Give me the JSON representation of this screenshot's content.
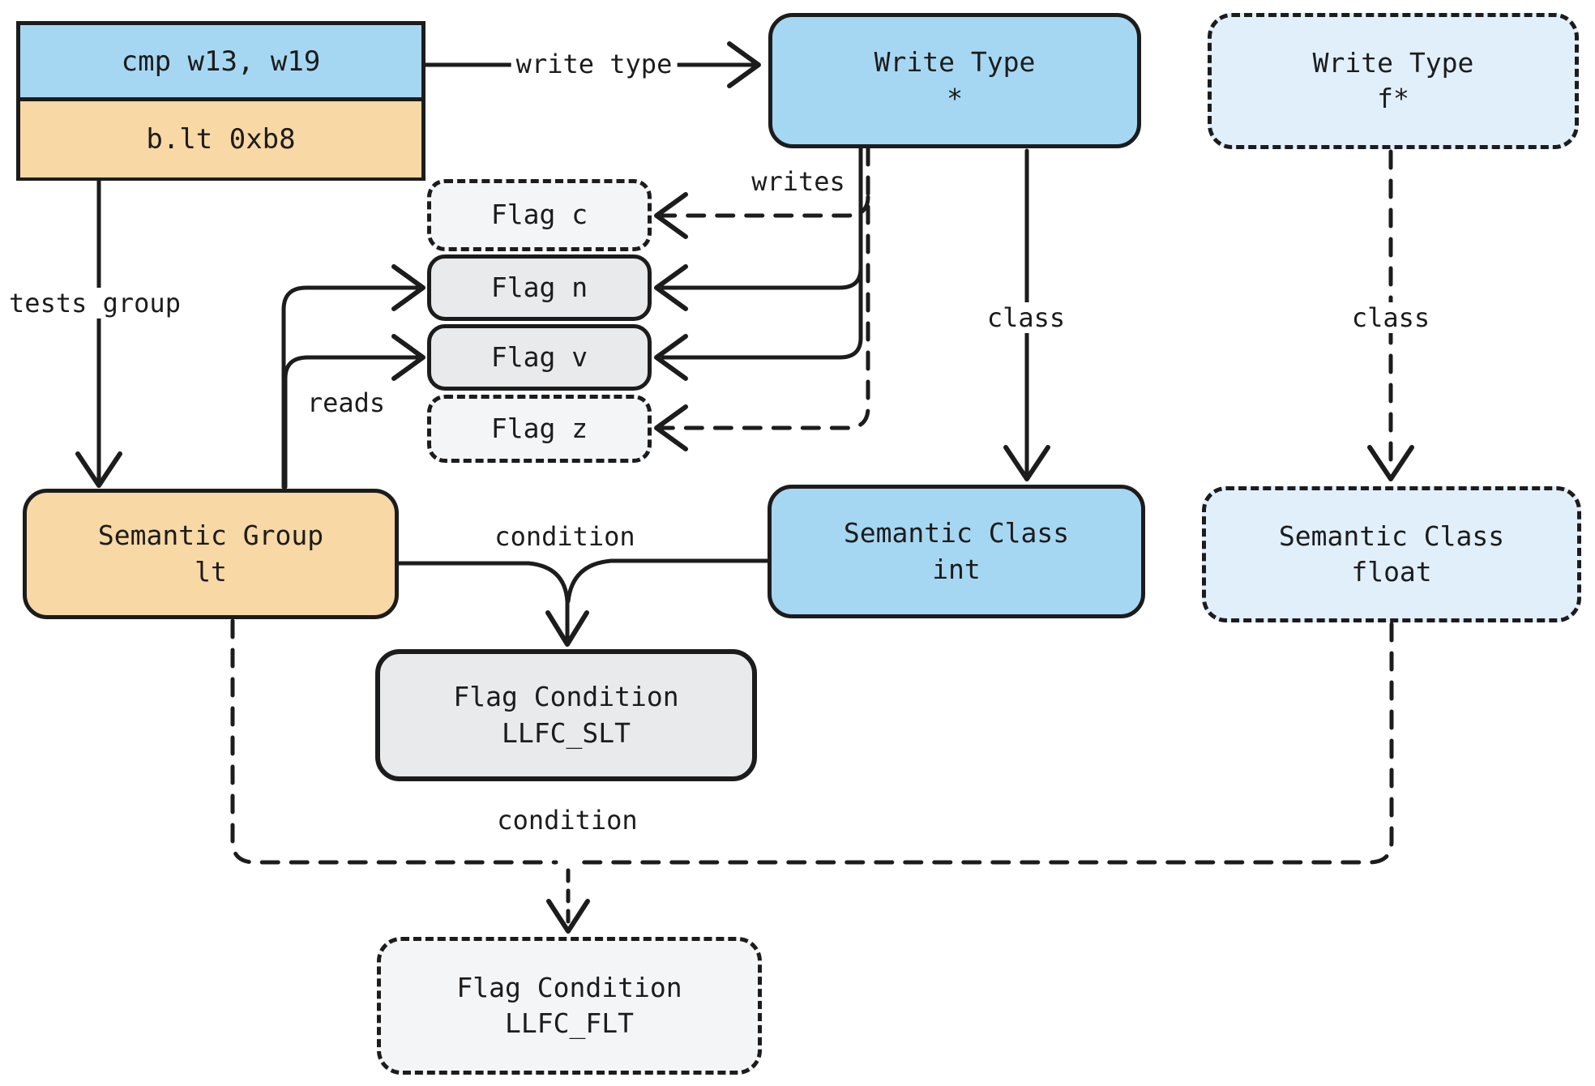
{
  "colors": {
    "stroke": "#1c1c1c",
    "int_fill": "#a6d7f2",
    "float_fill": "#e0effa",
    "group_fill": "#f8d8a4",
    "flag_fill": "#e8eaec",
    "flag_unused_fill": "#f4f5f7",
    "background": "#ffffff"
  },
  "instruction": {
    "compare": "cmp w13, w19",
    "branch": "b.lt 0xb8"
  },
  "nodes": {
    "write_type_int": {
      "title": "Write Type",
      "value": "*"
    },
    "write_type_float": {
      "title": "Write Type",
      "value": "f*"
    },
    "flag_c": {
      "label": "Flag c"
    },
    "flag_n": {
      "label": "Flag n"
    },
    "flag_v": {
      "label": "Flag v"
    },
    "flag_z": {
      "label": "Flag z"
    },
    "semantic_group": {
      "title": "Semantic Group",
      "value": "lt"
    },
    "semantic_class_int": {
      "title": "Semantic Class",
      "value": "int"
    },
    "semantic_class_float": {
      "title": "Semantic Class",
      "value": "float"
    },
    "flag_condition_slt": {
      "title": "Flag Condition",
      "value": "LLFC_SLT"
    },
    "flag_condition_flt": {
      "title": "Flag Condition",
      "value": "LLFC_FLT"
    }
  },
  "edge_labels": {
    "write_type": "write type",
    "tests_group": "tests group",
    "writes": "writes",
    "reads": "reads",
    "class_int": "class",
    "class_float": "class",
    "condition_int": "condition",
    "condition_float": "condition"
  }
}
